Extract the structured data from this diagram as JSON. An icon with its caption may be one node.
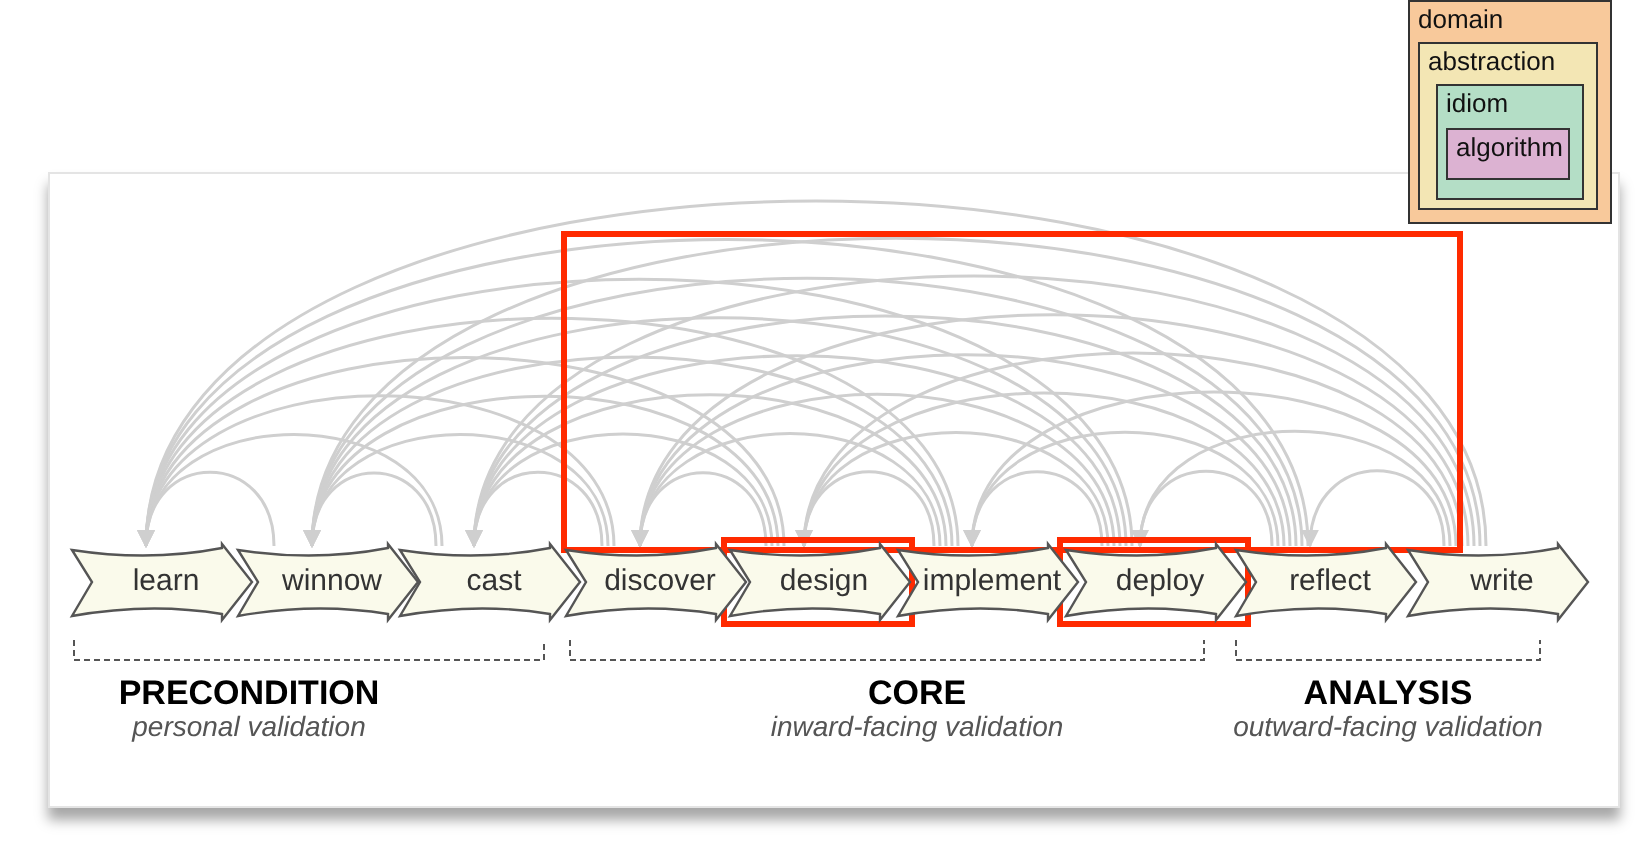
{
  "diagram": {
    "nodes": [
      {
        "text": [
          "learn"
        ]
      },
      {
        "text": [
          "winnow"
        ]
      },
      {
        "text": [
          "cast"
        ]
      },
      {
        "text": [
          "discover"
        ]
      },
      {
        "text": [
          "design"
        ]
      },
      {
        "text": [
          "implement"
        ]
      },
      {
        "text": [
          "deploy"
        ]
      },
      {
        "text": [
          "reflect"
        ]
      },
      {
        "text": [
          "write"
        ]
      },
      {
        "text": [
          "domain"
        ]
      },
      {
        "text": [
          "abstraction"
        ],
        "in": 9
      },
      {
        "text": [
          "idiom"
        ],
        "in": 10
      },
      {
        "text": [
          "algorithm"
        ],
        "in": 11
      }
    ],
    "edges": [
      {
        "from": 1,
        "to": 0,
        "arrow": "to"
      },
      {
        "from": 2,
        "to": 0,
        "arrow": "to"
      },
      {
        "from": 3,
        "to": 0,
        "arrow": "to"
      },
      {
        "from": 4,
        "to": 0,
        "arrow": "to"
      },
      {
        "from": 5,
        "to": 0,
        "arrow": "to"
      },
      {
        "from": 6,
        "to": 0,
        "arrow": "to"
      },
      {
        "from": 7,
        "to": 0,
        "arrow": "to"
      },
      {
        "from": 8,
        "to": 0,
        "arrow": "to"
      },
      {
        "from": 2,
        "to": 1,
        "arrow": "to"
      },
      {
        "from": 3,
        "to": 1,
        "arrow": "to"
      },
      {
        "from": 4,
        "to": 1,
        "arrow": "to"
      },
      {
        "from": 5,
        "to": 1,
        "arrow": "to"
      },
      {
        "from": 6,
        "to": 1,
        "arrow": "to"
      },
      {
        "from": 7,
        "to": 1,
        "arrow": "to"
      },
      {
        "from": 8,
        "to": 1,
        "arrow": "to"
      },
      {
        "from": 3,
        "to": 2,
        "arrow": "to"
      },
      {
        "from": 4,
        "to": 2,
        "arrow": "to"
      },
      {
        "from": 5,
        "to": 2,
        "arrow": "to"
      },
      {
        "from": 6,
        "to": 2,
        "arrow": "to"
      },
      {
        "from": 7,
        "to": 2,
        "arrow": "to"
      },
      {
        "from": 8,
        "to": 2,
        "arrow": "to"
      },
      {
        "from": 4,
        "to": 3,
        "arrow": "to"
      },
      {
        "from": 5,
        "to": 3,
        "arrow": "to"
      },
      {
        "from": 6,
        "to": 3,
        "arrow": "to"
      },
      {
        "from": 7,
        "to": 3,
        "arrow": "to"
      },
      {
        "from": 8,
        "to": 3,
        "arrow": "to"
      },
      {
        "from": 5,
        "to": 4,
        "arrow": "to"
      },
      {
        "from": 6,
        "to": 4,
        "arrow": "to"
      },
      {
        "from": 7,
        "to": 4,
        "arrow": "to"
      },
      {
        "from": 8,
        "to": 4,
        "arrow": "to"
      },
      {
        "from": 6,
        "to": 5,
        "arrow": "to"
      },
      {
        "from": 7,
        "to": 5,
        "arrow": "to"
      },
      {
        "from": 8,
        "to": 5,
        "arrow": "to"
      },
      {
        "from": 7,
        "to": 6,
        "arrow": "to"
      },
      {
        "from": 8,
        "to": 6,
        "arrow": "to"
      },
      {
        "from": 8,
        "to": 7,
        "arrow": "to"
      }
    ],
    "labels": [
      "PRECONDITION",
      "CORE",
      "ANALYSIS",
      "personal validation",
      "inward-facing validation",
      "outward-facing validation"
    ]
  }
}
